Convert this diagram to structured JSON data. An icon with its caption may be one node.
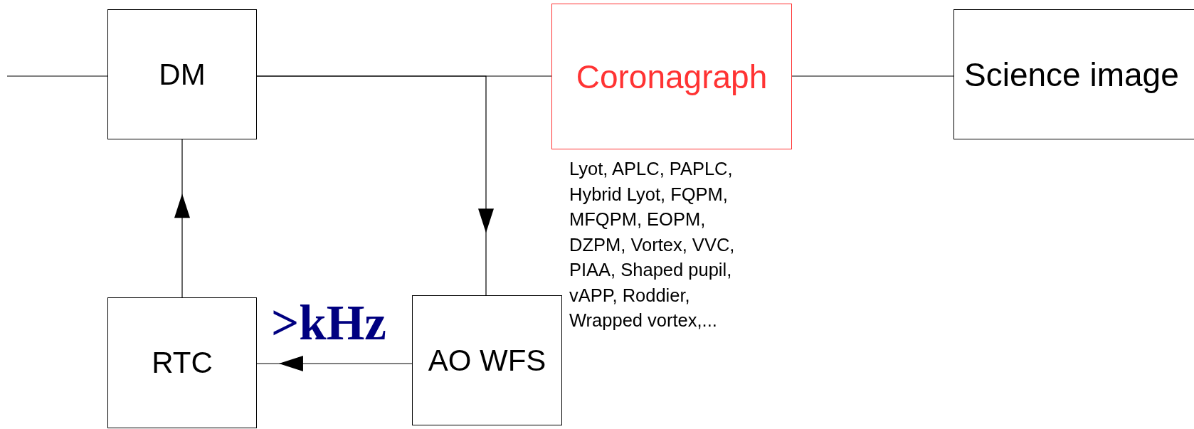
{
  "diagram": {
    "nodes": [
      {
        "text": [
          "DM"
        ]
      },
      {
        "text": [
          "Coronagraph"
        ],
        "beside": [
          "Lyot, APLC, PAPLC, Hybrid Lyot, FQPM, MFQPM, EOPM, DZPM, Vortex, VVC, PIAA, Shaped pupil, vAPP, Roddier, Wrapped vortex,..."
        ]
      },
      {
        "text": [
          "Science image"
        ]
      },
      {
        "text": [
          "RTC"
        ]
      },
      {
        "text": [
          "AO WFS"
        ]
      }
    ],
    "edges": [
      {
        "from": null,
        "to": 0,
        "arrow": "none"
      },
      {
        "from": 0,
        "to": 1,
        "arrow": "none"
      },
      {
        "from": 0,
        "to": 4,
        "arrow": "to"
      },
      {
        "from": 4,
        "to": 3,
        "arrow": "to",
        "label": ">kHz"
      },
      {
        "from": 3,
        "to": 0,
        "arrow": "to"
      },
      {
        "from": 1,
        "to": 2,
        "arrow": "none"
      }
    ]
  }
}
